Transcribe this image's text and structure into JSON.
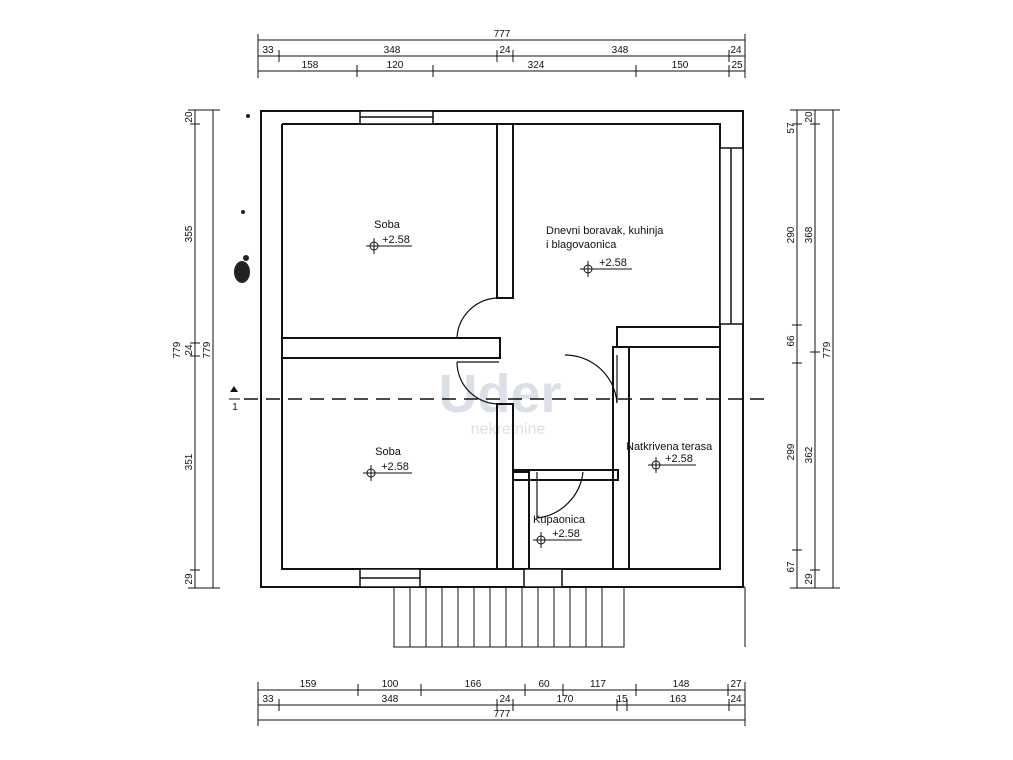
{
  "watermark": {
    "brand": "Uder",
    "sub": "nekretnine"
  },
  "dimensions": {
    "top_total": "777",
    "top_row1": [
      "33",
      "348",
      "24",
      "348",
      "24"
    ],
    "top_row2": [
      "158",
      "120",
      "324",
      "150",
      "25"
    ],
    "bottom_row1": [
      "159",
      "100",
      "166",
      "60",
      "117",
      "148",
      "27"
    ],
    "bottom_row2": [
      "33",
      "348",
      "24",
      "170",
      "15",
      "163",
      "24"
    ],
    "bottom_total": "777",
    "left_outer": [
      "20",
      "355",
      "24",
      "351",
      "29"
    ],
    "left_total": "779",
    "left_inner_total": "779",
    "right_inner": [
      "57",
      "290",
      "66",
      "299",
      "67"
    ],
    "right_outer": [
      "20",
      "368",
      "362",
      "29"
    ],
    "right_total": "779"
  },
  "rooms": {
    "soba_top": {
      "name": "Soba",
      "level": "+2.58"
    },
    "dnevni": {
      "name_line1": "Dnevni boravak, kuhinja",
      "name_line2": "i blagovaonica",
      "level": "+2.58"
    },
    "soba_bottom": {
      "name": "Soba",
      "level": "+2.58"
    },
    "terasa": {
      "name": "Natkrivena terasa",
      "level": "+2.58"
    },
    "kupaonica": {
      "name": "Kupaonica",
      "level": "+2.58"
    }
  },
  "section_marker": {
    "label": "1"
  }
}
